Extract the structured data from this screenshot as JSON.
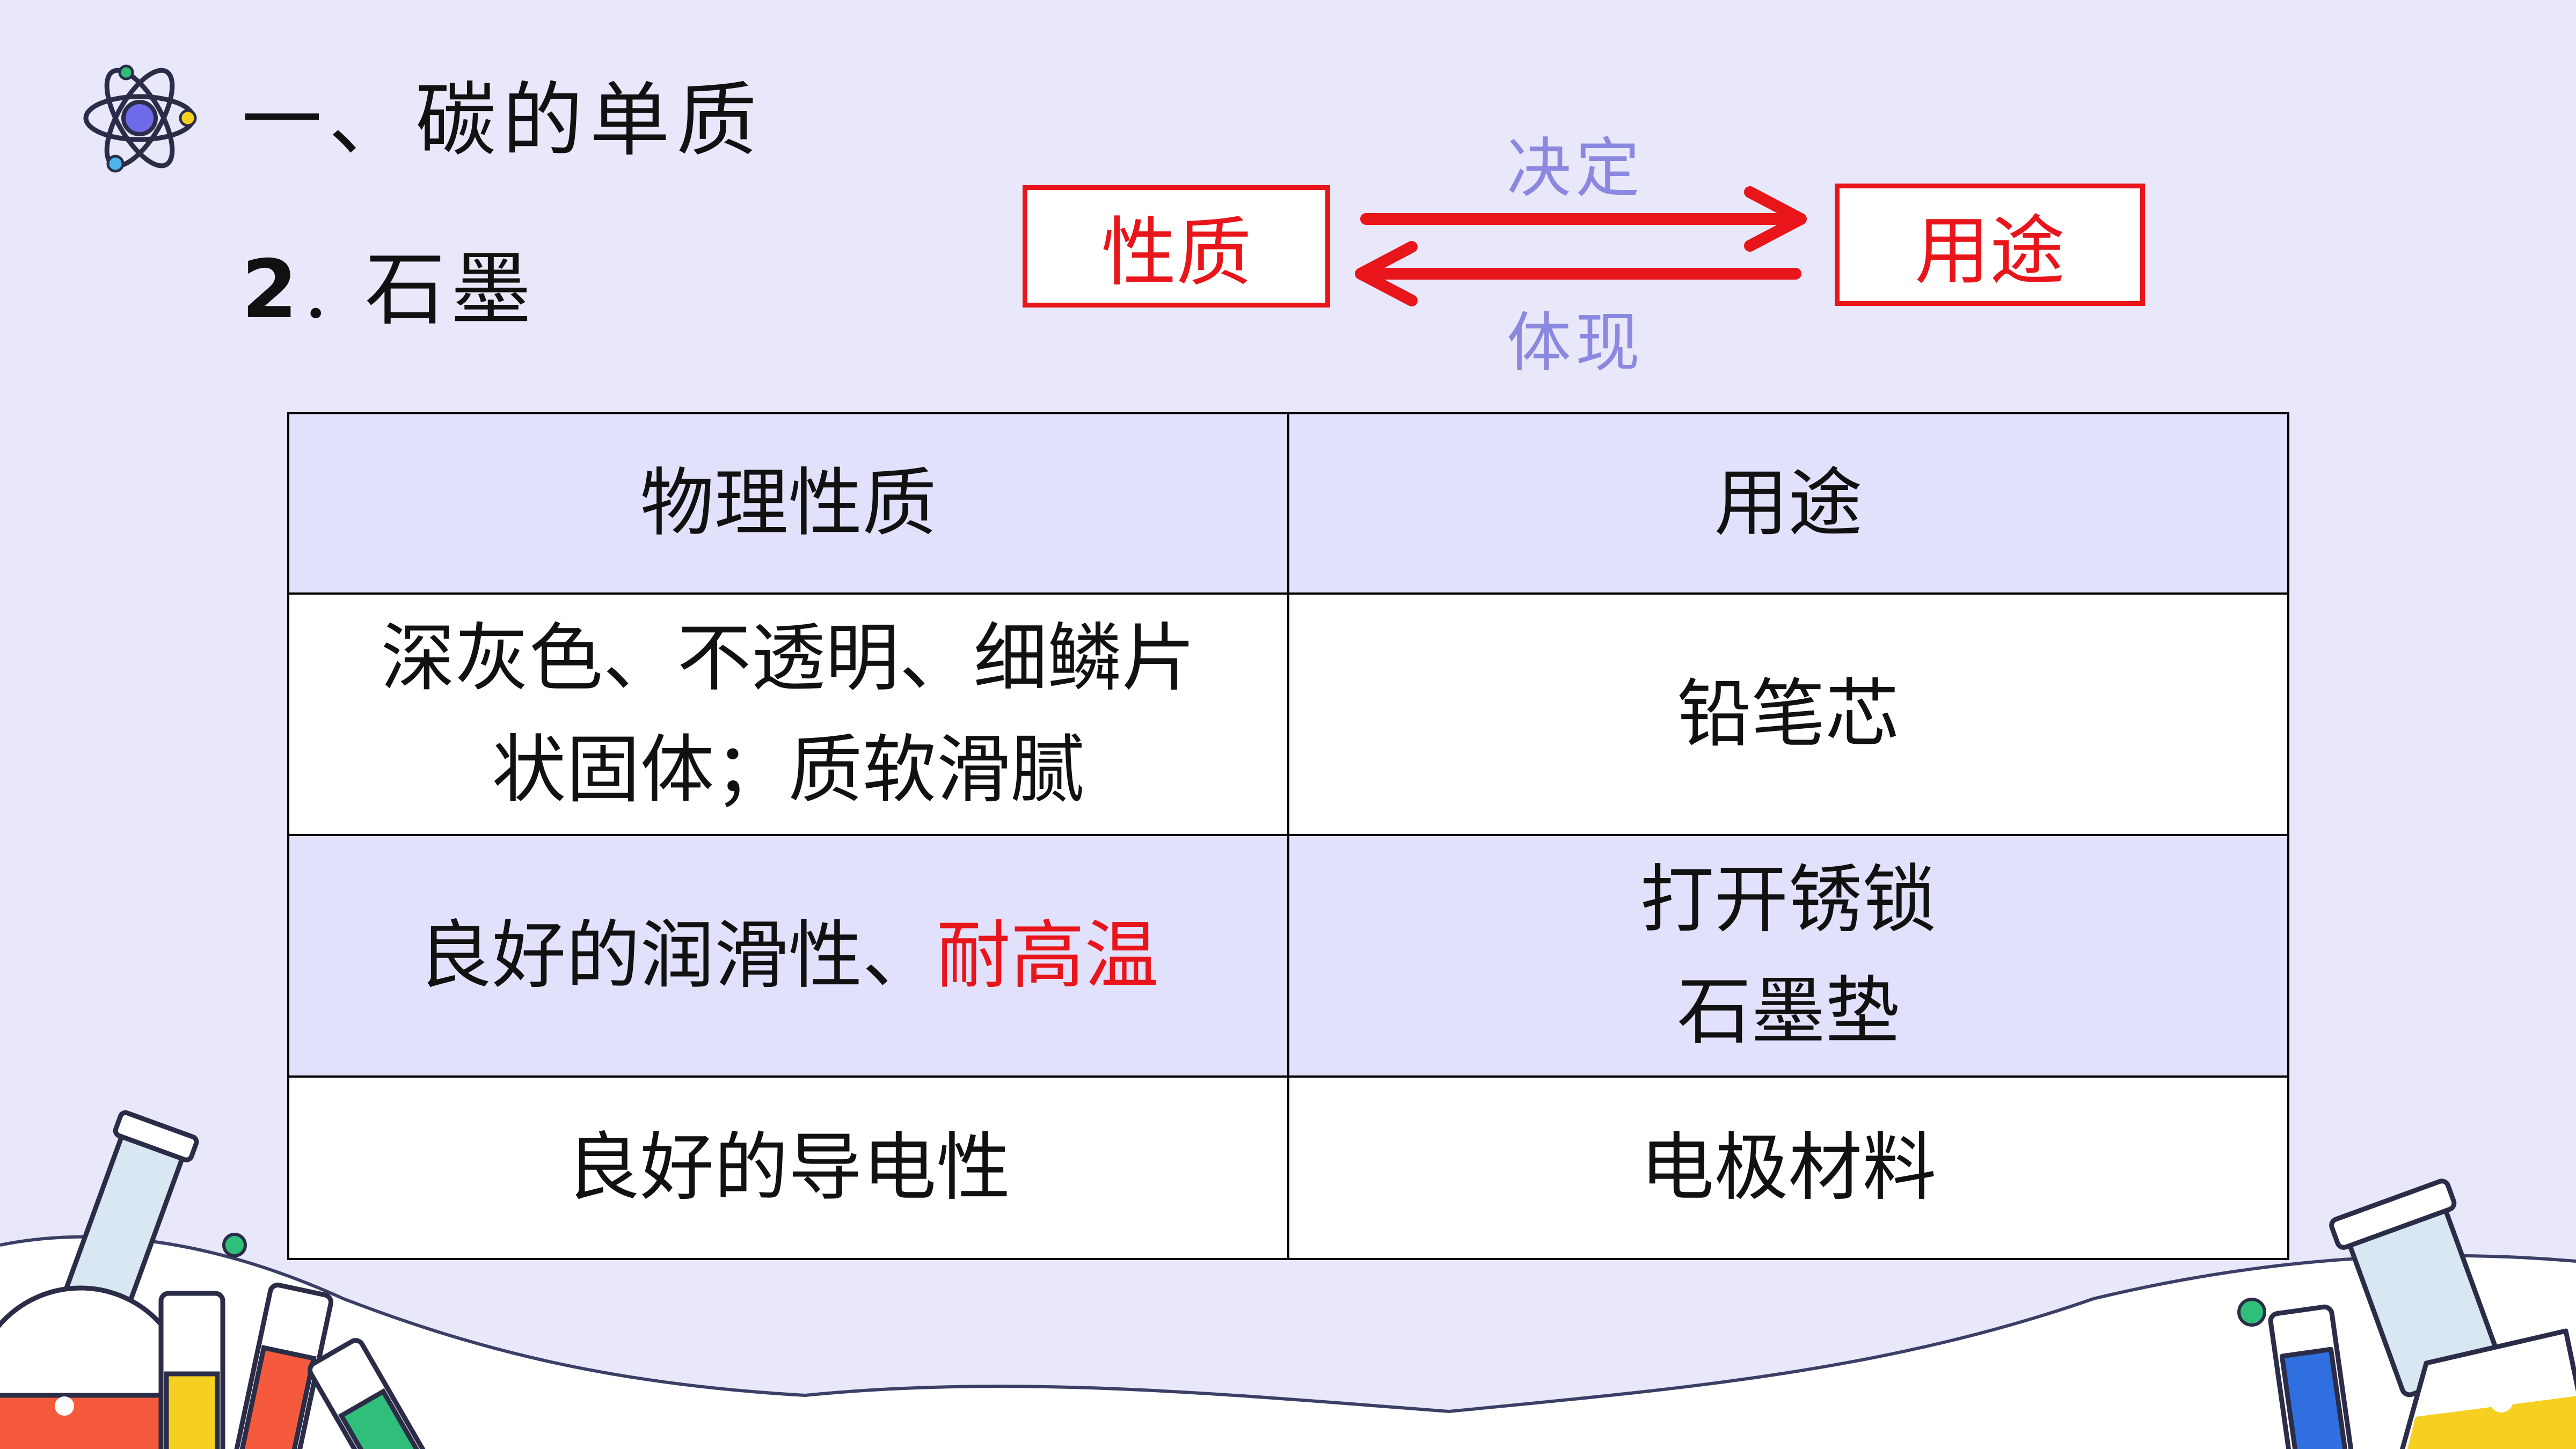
{
  "heading": "一、碳的单质",
  "subheading": {
    "number": "2",
    "text": ". 石墨"
  },
  "relation": {
    "left_box": "性质",
    "right_box": "用途",
    "top_label": "决定",
    "bottom_label": "体现",
    "box_color": "#e8151b",
    "label_color": "#8b88e0"
  },
  "table": {
    "headers": [
      "物理性质",
      "用途"
    ],
    "rows": [
      {
        "property_lines": [
          "深灰色、不透明、细鳞片",
          "状固体；质软滑腻"
        ],
        "use_lines": [
          "铅笔芯"
        ]
      },
      {
        "property_text": "良好的润滑性、",
        "property_accent": "耐高温",
        "use_lines": [
          "打开锈锁",
          "石墨垫"
        ]
      },
      {
        "property_lines": [
          "良好的导电性"
        ],
        "use_lines": [
          "电极材料"
        ]
      }
    ],
    "header_bg": "#e2e1fb",
    "accent_color": "#e8151b"
  },
  "icons": [
    "atom-icon",
    "test-tube-icon",
    "flask-icon",
    "bubble-icon"
  ],
  "colors": {
    "background": "#e9e8fb",
    "accent": "#e8151b",
    "soft_purple": "#8b88e0"
  }
}
